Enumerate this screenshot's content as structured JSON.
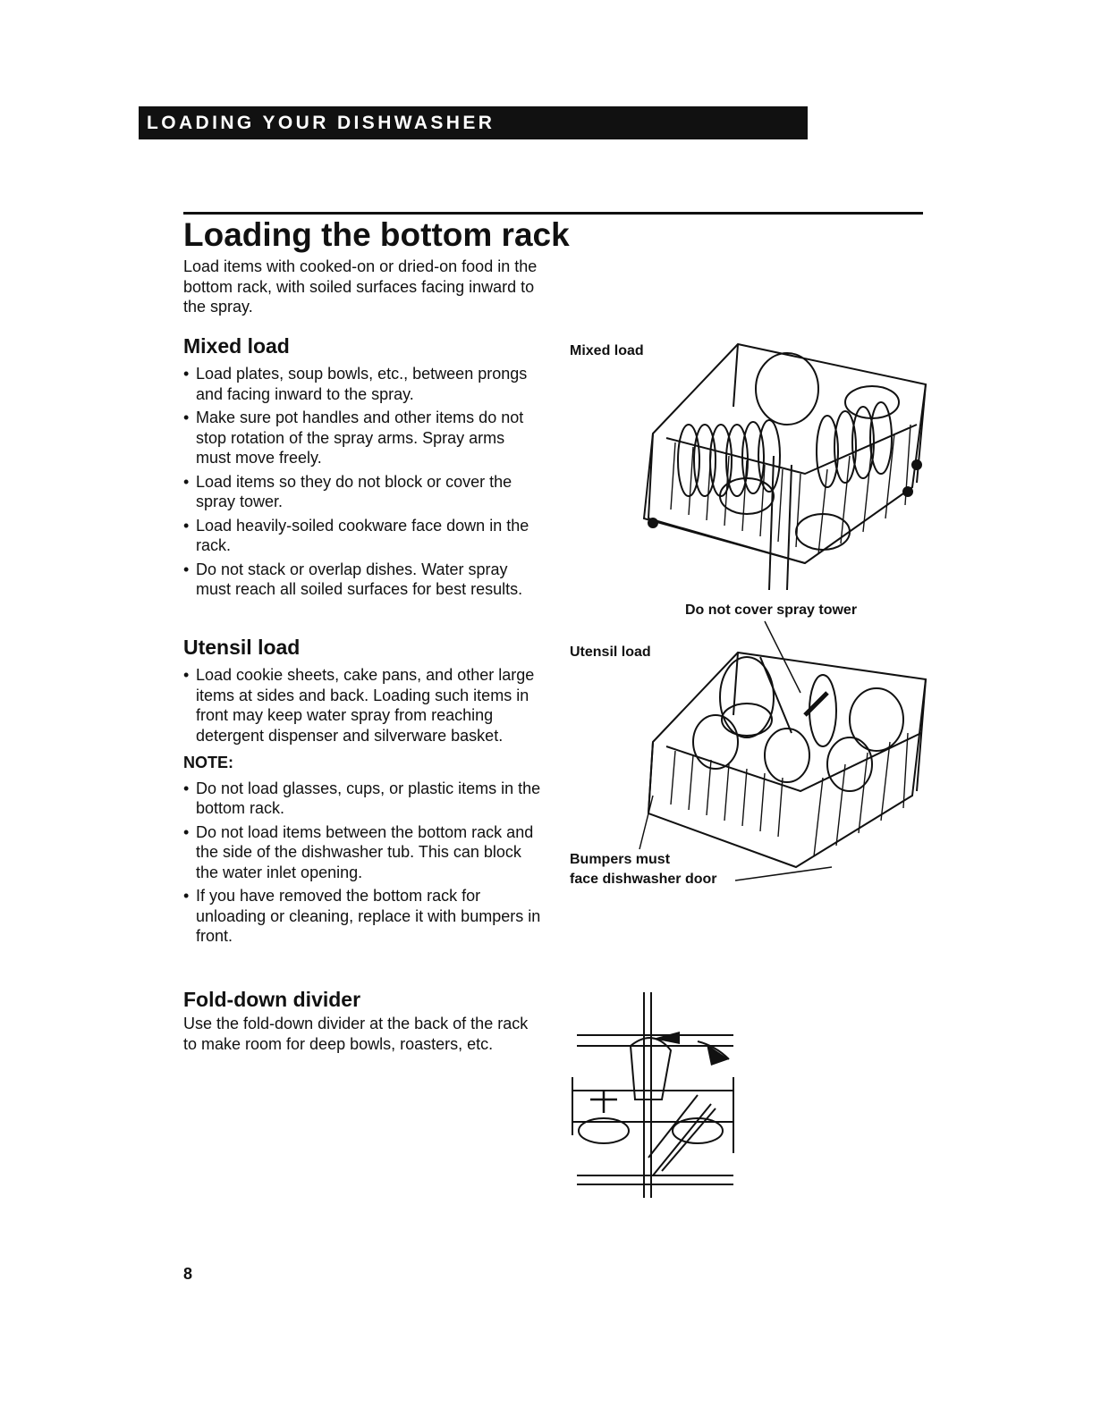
{
  "header": {
    "banner": "LOADING YOUR DISHWASHER"
  },
  "title": "Loading the bottom rack",
  "intro": "Load items with cooked-on or dried-on food in the bottom rack, with soiled surfaces facing inward to the spray.",
  "mixed_load": {
    "heading": "Mixed load",
    "bullets": [
      "Load plates, soup bowls, etc., between prongs and facing inward to the spray.",
      "Make sure pot handles and other items do not stop rotation of the spray arms. Spray arms must move freely.",
      "Load items so they do not block or cover the spray tower.",
      "Load heavily-soiled cookware face down in the rack.",
      "Do not stack or overlap dishes. Water spray must reach all soiled surfaces for best results."
    ]
  },
  "utensil_load": {
    "heading": "Utensil load",
    "bullets": [
      "Load cookie sheets, cake pans, and other large items at sides and back. Loading such items in front may keep water spray from reaching detergent dispenser and silverware basket."
    ],
    "note_label": "NOTE:",
    "note_bullets": [
      "Do not load glasses, cups, or plastic items in the bottom rack.",
      "Do not load items between the bottom rack and the side of the dishwasher tub. This can block the water inlet opening.",
      "If you have removed the bottom rack for unloading or cleaning, replace it with bumpers in front."
    ]
  },
  "fold_down": {
    "heading": "Fold-down divider",
    "text": "Use the fold-down divider at the back of the rack to make room for deep bowls, roasters, etc."
  },
  "figures": {
    "mixed_label": "Mixed load",
    "spray_tower_callout": "Do not cover spray tower",
    "utensil_label": "Utensil load",
    "bumpers_line1": "Bumpers must",
    "bumpers_line2": "face dishwasher door"
  },
  "page_number": "8"
}
